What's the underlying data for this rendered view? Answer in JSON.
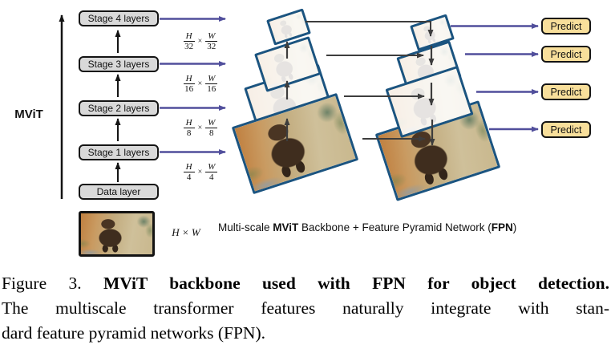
{
  "figure": {
    "backbone_label": "MViT",
    "stages_top_down": [
      "Stage 4 layers",
      "Stage 3 layers",
      "Stage 2 layers",
      "Stage 1 layers",
      "Data layer"
    ],
    "resolutions_top_down": [
      {
        "num_h": "H",
        "den_h": "32",
        "times": "×",
        "num_w": "W",
        "den_w": "32"
      },
      {
        "num_h": "H",
        "den_h": "16",
        "times": "×",
        "num_w": "W",
        "den_w": "16"
      },
      {
        "num_h": "H",
        "den_h": "8",
        "times": "×",
        "num_w": "W",
        "den_w": "8"
      },
      {
        "num_h": "H",
        "den_h": "4",
        "times": "×",
        "num_w": "W",
        "den_w": "4"
      }
    ],
    "predict_labels": [
      "Predict",
      "Predict",
      "Predict",
      "Predict"
    ],
    "input_size_label": "H × W",
    "subtitle_parts": [
      "Multi-scale ",
      "MViT",
      " Backbone + Feature Pyramid Network (",
      "FPN",
      ")"
    ]
  },
  "caption": {
    "prefix": "Figure 3. ",
    "bold_title": "MViT backbone used with FPN for object detection.",
    "line2": "The multiscale transformer features naturally integrate with stan-",
    "line3": "dard feature pyramid networks (FPN)."
  },
  "colors": {
    "purple_arrow": "#514f9c",
    "black_arrow": "#3d3d3d",
    "tile_border": "#1b5480",
    "stage_box_bg": "#d9d9d9",
    "predict_box_bg": "#f8df9b"
  }
}
